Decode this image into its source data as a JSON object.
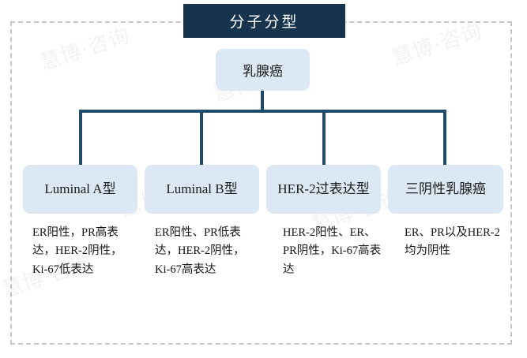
{
  "banner": {
    "title": "分子分型"
  },
  "tree": {
    "root": {
      "label": "乳腺癌"
    },
    "nodes": [
      {
        "title": "Luminal A型",
        "description": "ER阳性，PR高表达，HER-2阴性，Ki-67低表达"
      },
      {
        "title": "Luminal B型",
        "description": "ER阳性、PR低表达，HER-2阴性，Ki-67高表达"
      },
      {
        "title": "HER-2过表达型",
        "description": "HER-2阳性、ER、PR阴性，Ki-67高表达"
      },
      {
        "title": "三阴性乳腺癌",
        "description": "ER、PR以及HER-2均为阴性"
      }
    ]
  },
  "watermarks": [
    "慧博·咨询",
    "慧博·咨询",
    "慧博·咨询",
    "慧博·咨询",
    "慧博·咨询",
    "慧博·咨询"
  ],
  "colors": {
    "banner_background": "#16344d",
    "banner_text": "#ffffff",
    "node_background": "#dce9f5",
    "connector": "#1f4c69",
    "frame_border": "#c6c6c6",
    "page_background": "#ffffff"
  }
}
